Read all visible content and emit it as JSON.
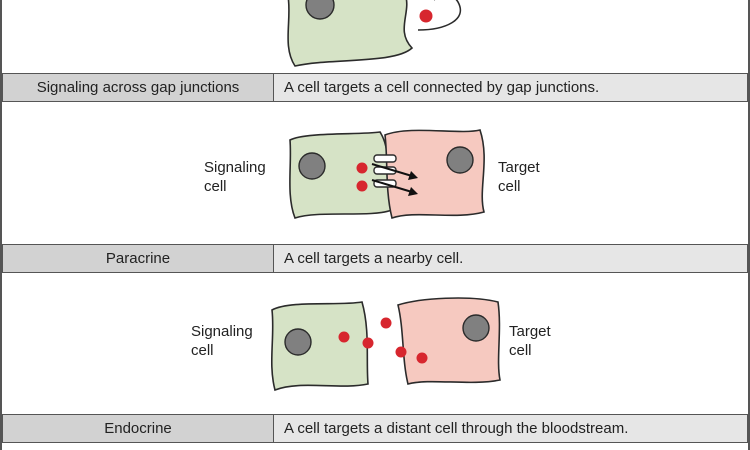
{
  "rows": [
    {
      "name": "Signaling across gap junctions",
      "description": "A cell targets a cell connected by gap junctions."
    },
    {
      "name": "Paracrine",
      "description": "A cell targets a nearby cell."
    },
    {
      "name": "Endocrine",
      "description": "A cell targets a distant cell through the bloodstream."
    }
  ],
  "labels": {
    "signaling_line1": "Signaling",
    "signaling_line2": "cell",
    "target_line1": "Target",
    "target_line2": "cell"
  },
  "colors": {
    "signaling_cell": "#d6e3c6",
    "target_cell": "#f6c9c0",
    "nucleus": "#808080",
    "molecule": "#d7262e",
    "outline": "#2b2b2b"
  }
}
